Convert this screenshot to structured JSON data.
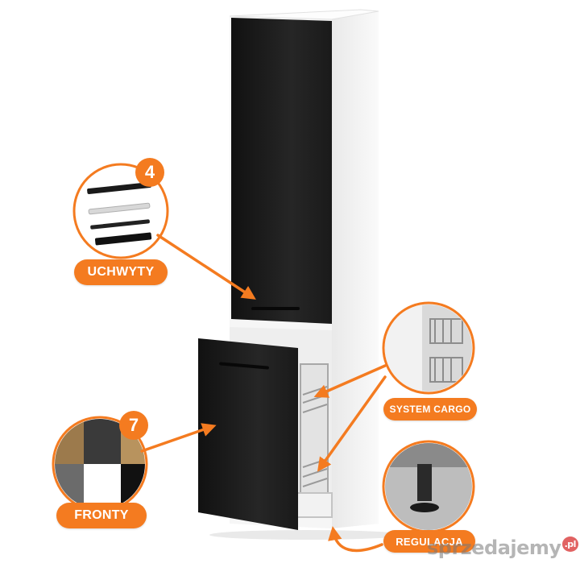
{
  "labels": {
    "handles": "UCHWYTY",
    "handles_count": "4",
    "fronts": "FRONTY",
    "fronts_count": "7",
    "cargo": "SYSTEM CARGO",
    "adjust": "REGULACJA"
  },
  "watermark": {
    "text": "sprzedajemy",
    "suffix": ".pl"
  },
  "colors": {
    "accent": "#f47b20",
    "front": "#1c1c1c",
    "body": "#f4f4f4"
  }
}
